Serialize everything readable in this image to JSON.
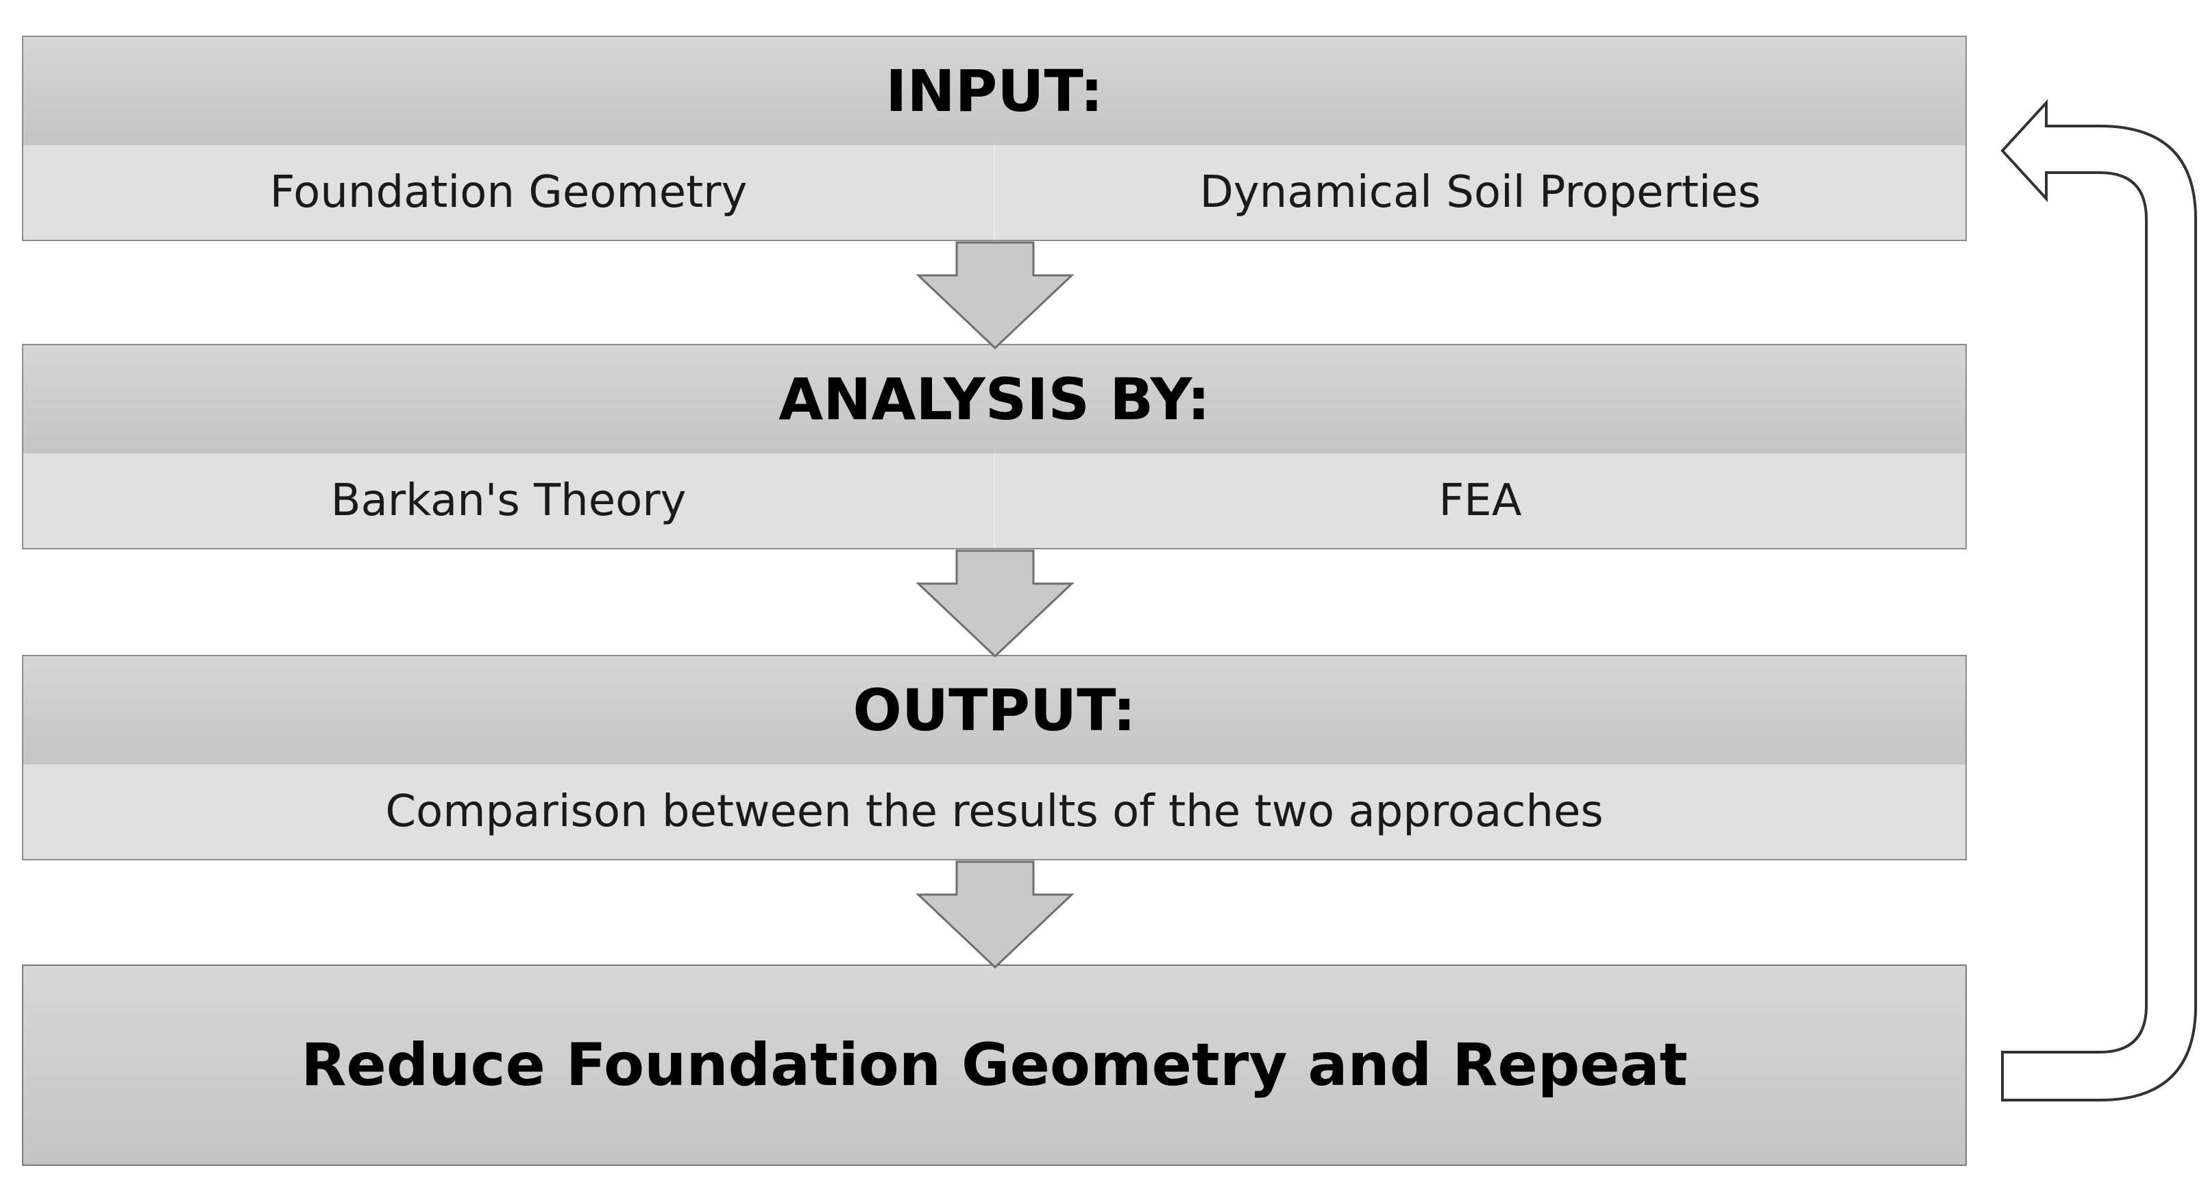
{
  "input": {
    "title": "INPUT:",
    "items": [
      "Foundation Geometry",
      "Dynamical Soil Properties"
    ]
  },
  "analysis": {
    "title": "ANALYSIS BY:",
    "items": [
      "Barkan's Theory",
      "FEA"
    ]
  },
  "output": {
    "title": "OUTPUT:",
    "items": [
      "Comparison between the results of the two approaches"
    ]
  },
  "final_step": {
    "label": "Reduce Foundation Geometry and Repeat"
  },
  "colors": {
    "header_fill": "#cbcbcb",
    "body_fill": "#e0e0e0",
    "arrow_fill": "#c9c9c9",
    "arrow_stroke": "#6e6e6e",
    "loop_arrow_fill": "#ffffff",
    "loop_arrow_stroke": "#333333"
  }
}
